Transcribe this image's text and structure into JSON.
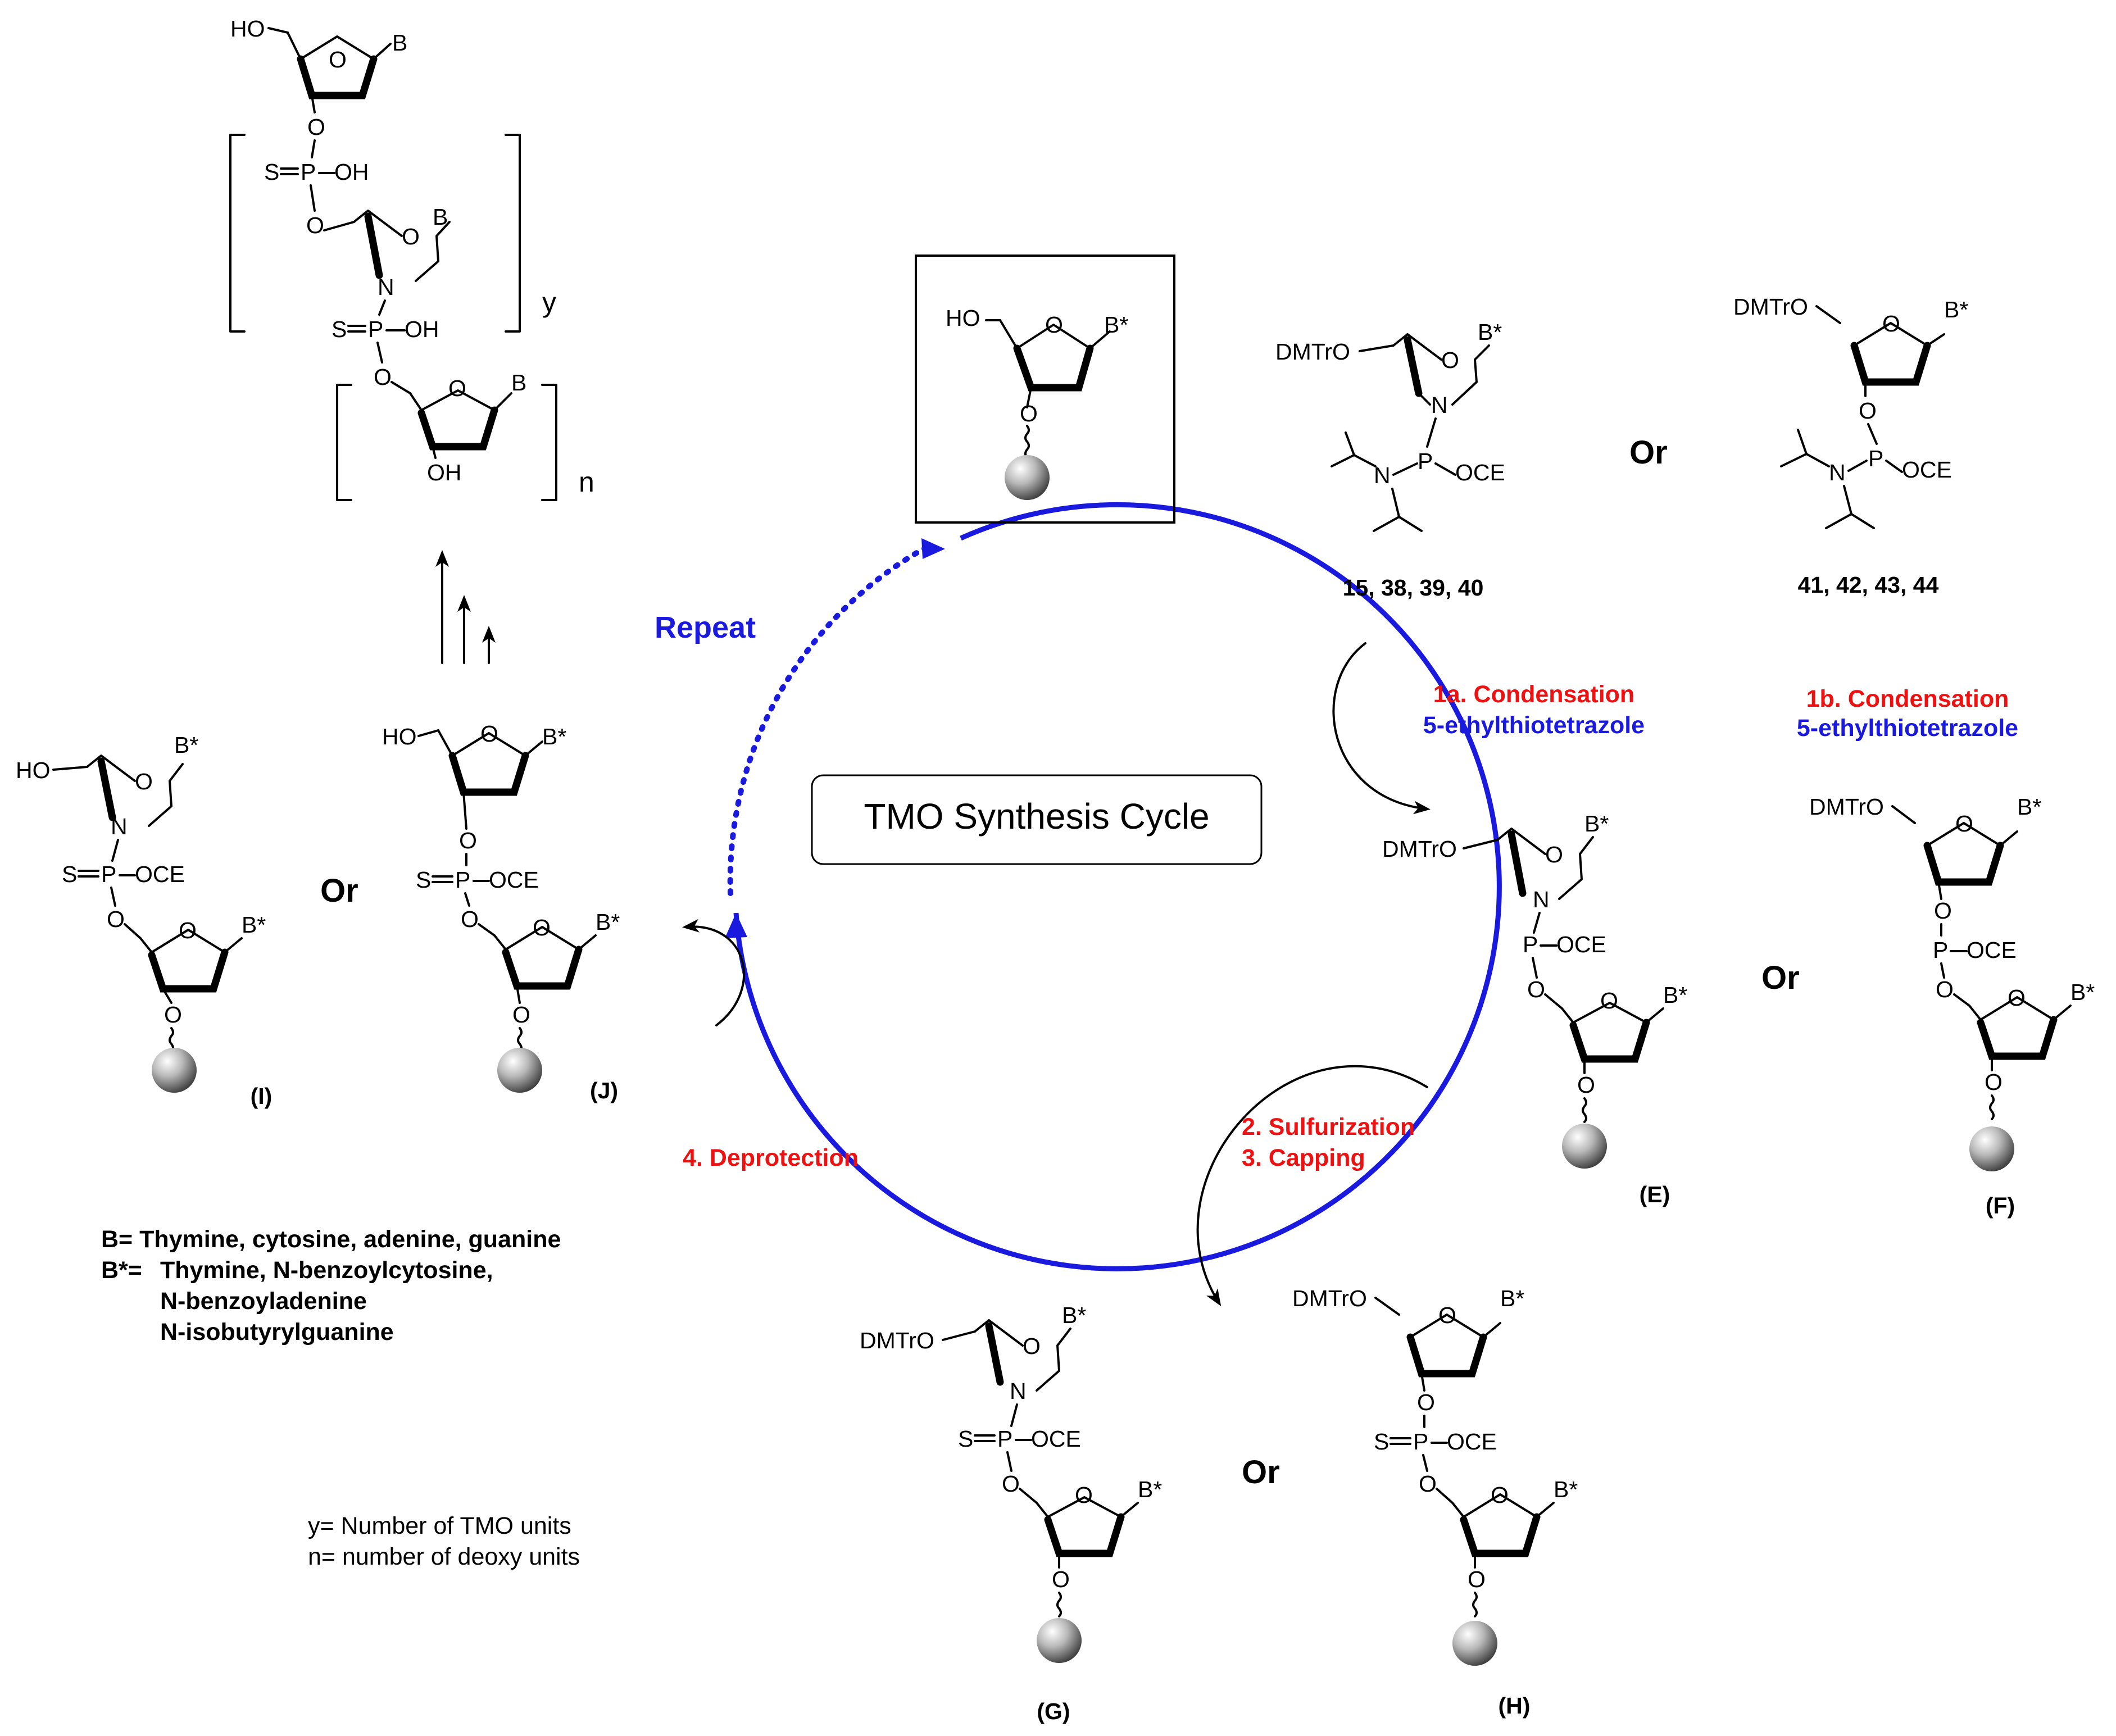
{
  "cycle": {
    "title": "TMO Synthesis Cycle",
    "repeat_label": "Repeat"
  },
  "steps": {
    "condensation_a": {
      "title": "1a. Condensation",
      "reagent": "5-ethylthiotetrazole"
    },
    "condensation_b": {
      "title": "1b. Condensation",
      "reagent": "5-ethylthiotetrazole"
    },
    "sulfurization": "2. Sulfurization",
    "capping": "3. Capping",
    "deprotection": "4. Deprotection"
  },
  "or_text": "Or",
  "monomers": {
    "tmo_ids": "15, 38, 39, 40",
    "deoxy_ids": "41, 42, 43, 44"
  },
  "compound_labels": [
    "(E)",
    "(F)",
    "(G)",
    "(H)",
    "(I)",
    "(J)"
  ],
  "atom_labels": {
    "B": "B",
    "B_star": "B*",
    "HO": "HO",
    "OH": "OH",
    "O": "O",
    "N": "N",
    "P": "P",
    "S": "S",
    "OCE": "OCE",
    "DMTrO": "DMTrO",
    "S_eq": "S",
    "y": "y",
    "n": "n"
  },
  "base_key": {
    "b_line": "B= Thymine, cytosine, adenine, guanine",
    "bstar_prefix": "B*=",
    "bstar_1": "Thymine, N-benzoylcytosine,",
    "bstar_2": "N-benzoyladenine",
    "bstar_3": "N-isobutyrylguanine"
  },
  "units_key": {
    "y_def": "y= Number of TMO units",
    "n_def": "n= number of deoxy units"
  },
  "colors": {
    "cycle_blue": "#1a1adf",
    "step_red": "#ee1111",
    "black": "#000000"
  }
}
